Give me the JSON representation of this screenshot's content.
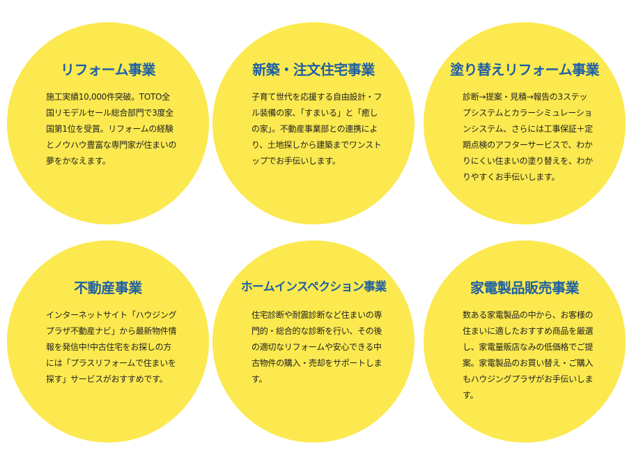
{
  "colors": {
    "circle_fill": "#fbe94f",
    "title": "#1f5fa3",
    "body_text": "#222222",
    "background": "#ffffff"
  },
  "services": [
    {
      "title": "リフォーム事業",
      "description": "施工実績10,000件突破。TOTO全国リモデルセール総合部門で3度全国第1位を受賞。リフォームの経験とノウハウ豊富な専門家が住まいの夢をかなえます。"
    },
    {
      "title": "新築・注文住宅事業",
      "description": "子育て世代を応援する自由設計・フル装備の家、「すまいる」と「癒しの家」。不動産事業部との連携により、土地探しから建築までワンストップでお手伝いします。"
    },
    {
      "title": "塗り替えリフォーム事業",
      "description": "診断→提案・見積→報告の3ステップシステムとカラーシミュレーションシステム、さらには工事保証＋定期点検のアフターサービスで、わかりにくい住まいの塗り替えを、わかりやすくお手伝いします。"
    },
    {
      "title": "不動産事業",
      "description": "インターネットサイト「ハウジングプラザ不動産ナビ」から最新物件情報を発信中!中古住宅をお探しの方には「プラスリフォームで住まいを探す」サービスがおすすめです。"
    },
    {
      "title": "ホームインスペクション事業",
      "description": "住宅診断や耐震診断など住まいの専門的・総合的な診断を行い、その後の適切なリフォームや安心できる中古物件の購入・売却をサポートします。"
    },
    {
      "title": "家電製品販売事業",
      "description": "数ある家電製品の中から、お客様の住まいに適したおすすめ商品を厳選し、家電量販店なみの低価格でご提案。家電製品のお買い替え・ご購入もハウジングプラザがお手伝いします。"
    }
  ]
}
